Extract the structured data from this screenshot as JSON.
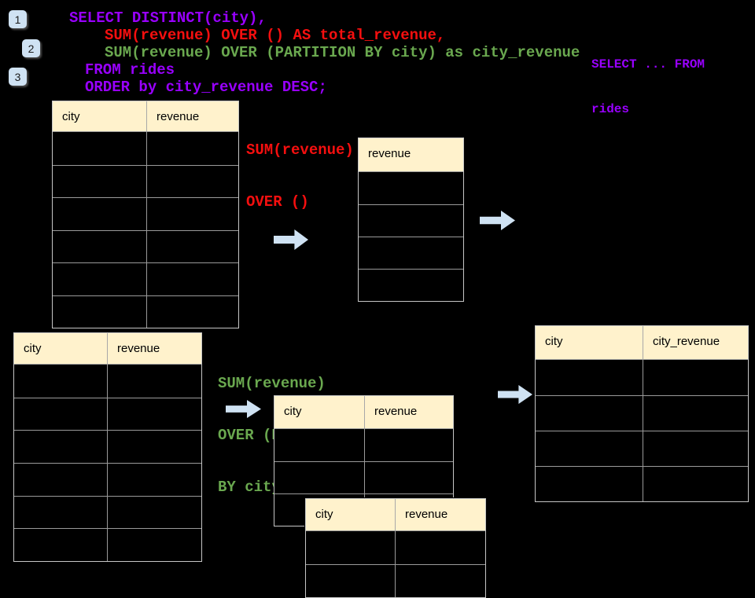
{
  "colors": {
    "background": "#000000",
    "sql_purple": "#9900ff",
    "sql_red": "#f50f0f",
    "sql_green": "#6aa84f",
    "table_header_fill": "#fff2cc",
    "table_border": "#9a9a9a",
    "arrow_fill": "#cfe2f3",
    "badge_fill": "#cfe2f3"
  },
  "badges": [
    "1",
    "2",
    "3"
  ],
  "sql": {
    "lines": [
      "SELECT DISTINCT(city),",
      "SUM(revenue) OVER () AS total_revenue,",
      "SUM(revenue) OVER (PARTITION BY city) as city_revenue",
      "FROM rides",
      "ORDER by city_revenue DESC;"
    ]
  },
  "note": {
    "lines": [
      "SELECT ... FROM",
      "rides"
    ]
  },
  "labels": {
    "total_revenue": {
      "lines": [
        "SUM(revenue)",
        "OVER ()"
      ]
    },
    "city_revenue": {
      "lines": [
        "SUM(revenue)",
        "OVER (PARTITION",
        "BY city)"
      ]
    }
  },
  "tables": {
    "source_top": {
      "headers": [
        "city",
        "revenue"
      ],
      "row_count": 6
    },
    "total_revenue": {
      "headers": [
        "revenue"
      ],
      "row_count": 4
    },
    "source_bottom": {
      "headers": [
        "city",
        "revenue"
      ],
      "row_count": 6
    },
    "partitioned": {
      "headers": [
        "city",
        "revenue"
      ],
      "row_count": 3
    },
    "partitioned_overlay": {
      "headers": [
        "city",
        "revenue"
      ],
      "row_count": 2
    },
    "result_city_revenue": {
      "headers": [
        "city",
        "city_revenue"
      ],
      "row_count": 4
    }
  }
}
